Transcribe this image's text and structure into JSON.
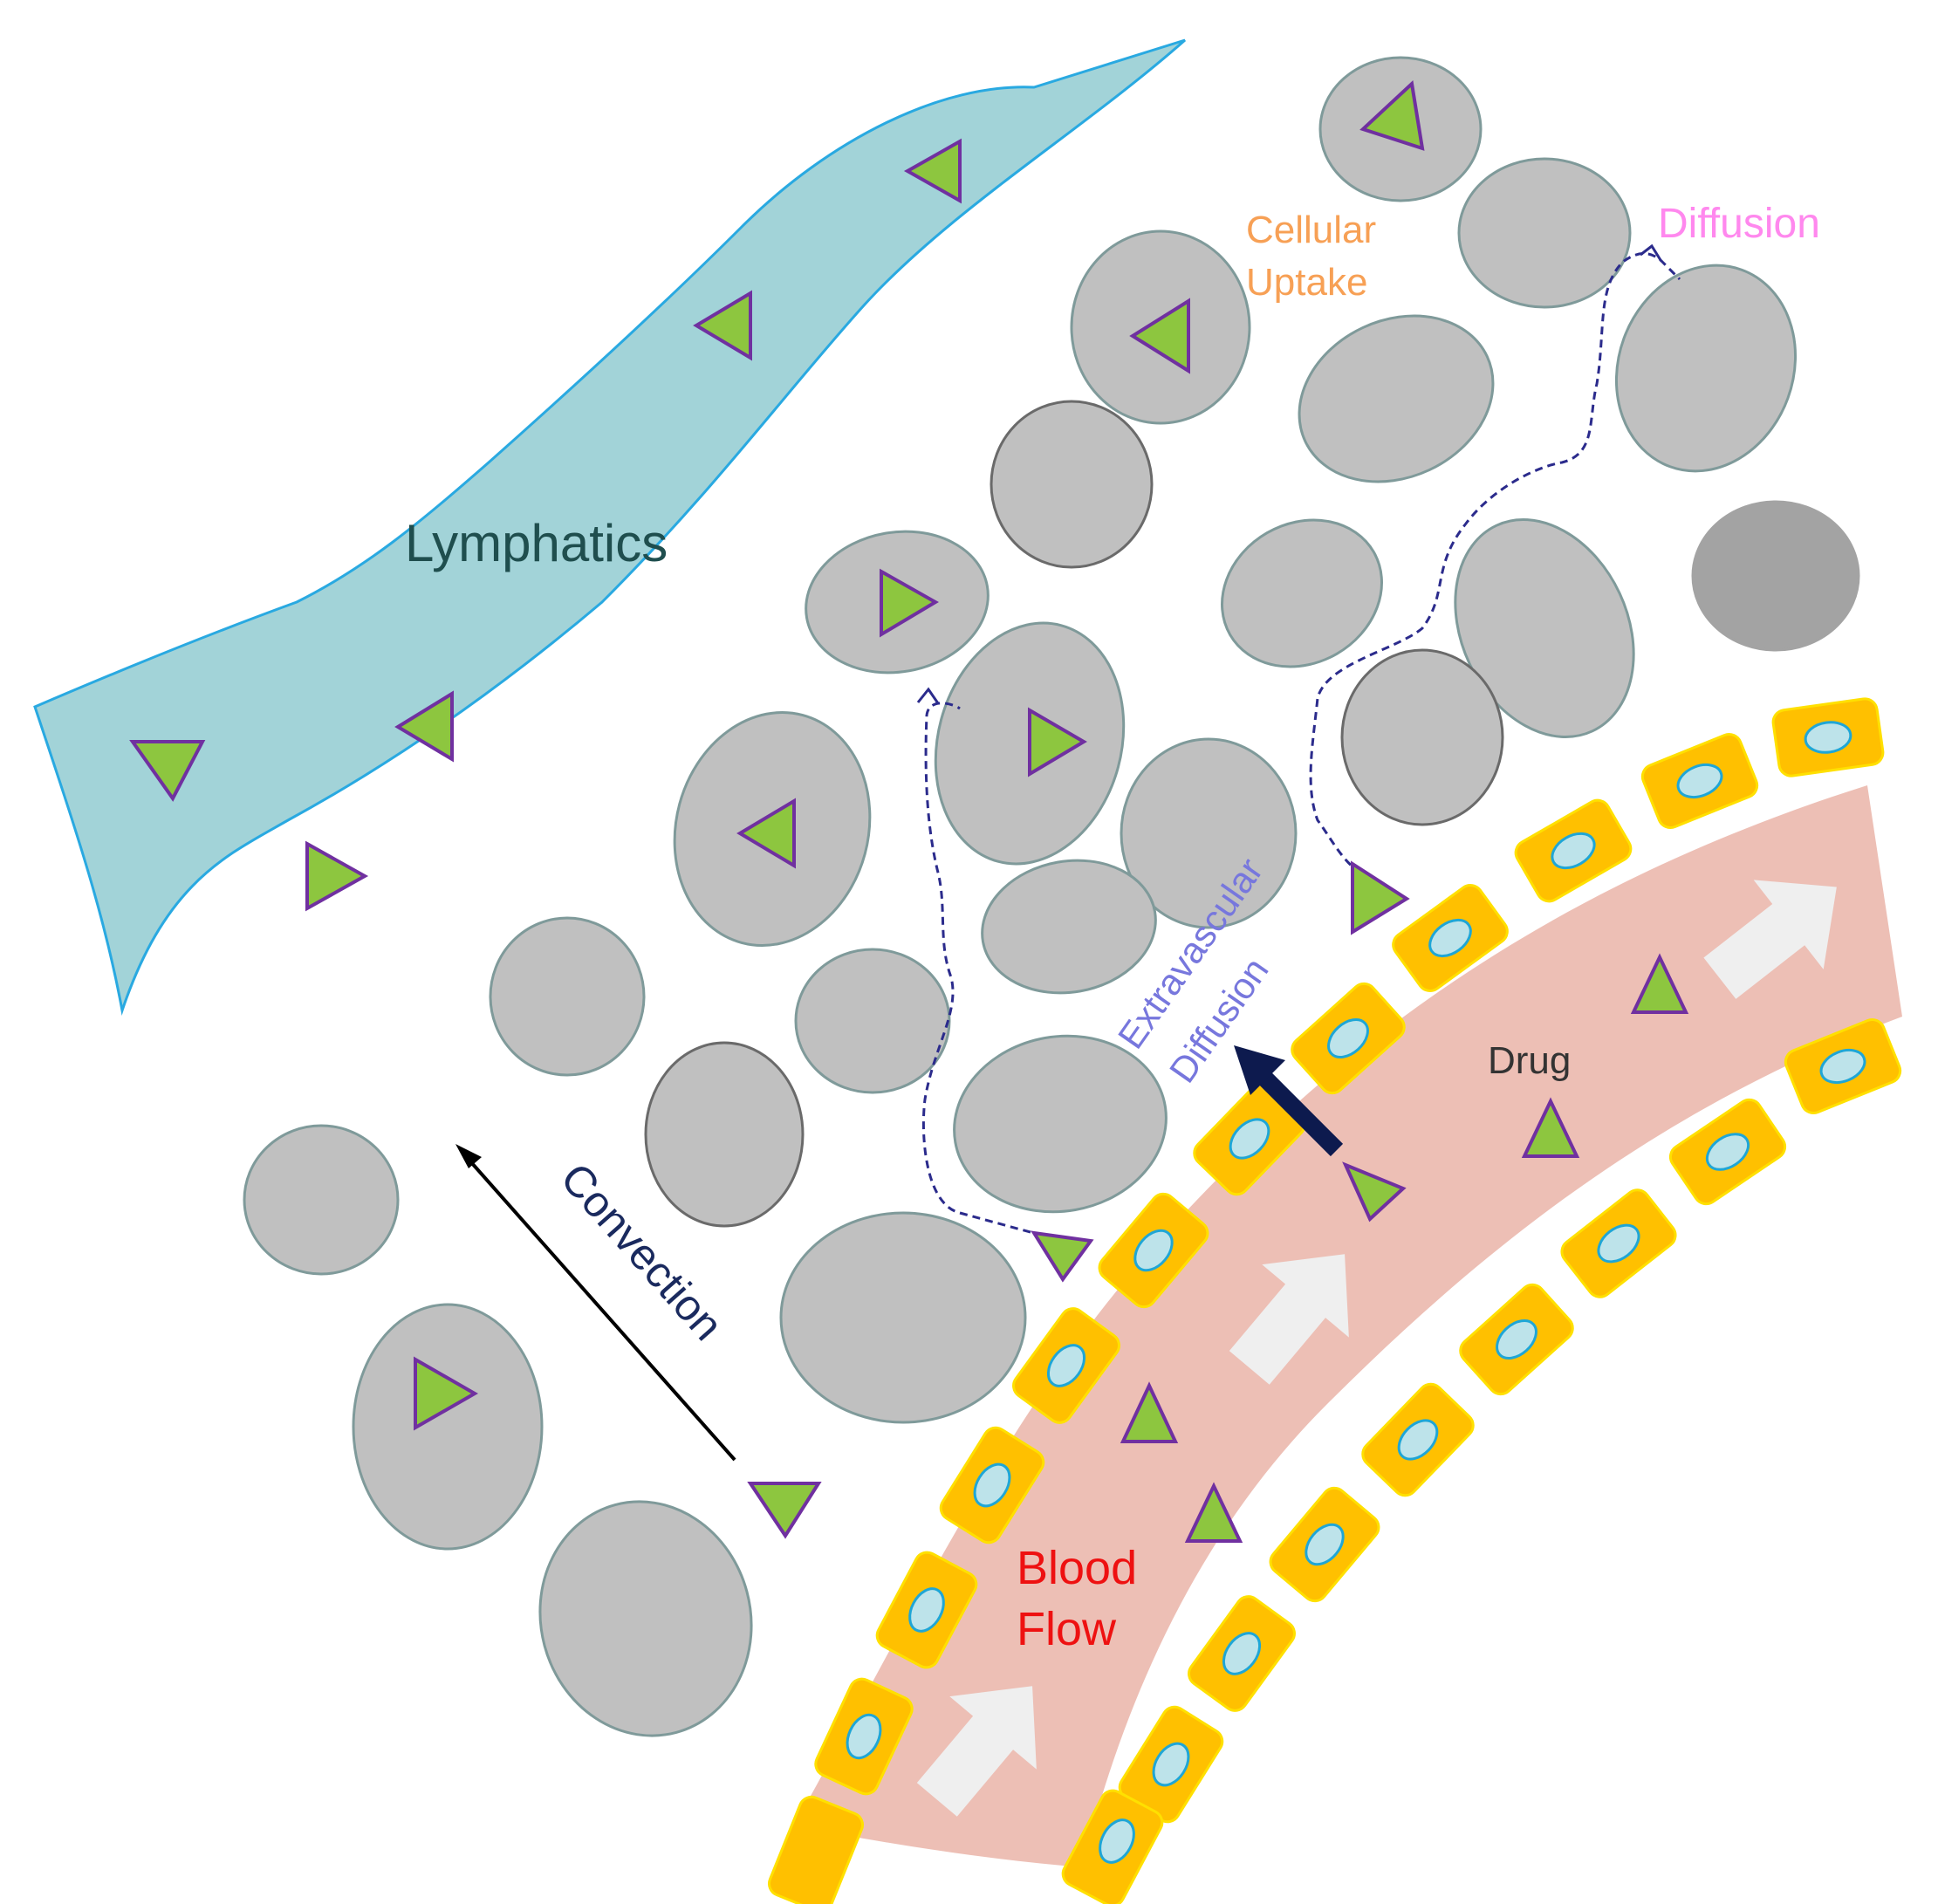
{
  "labels": {
    "lymphatics": "Lymphatics",
    "cellular_uptake_line1": "Cellular",
    "cellular_uptake_line2": "Uptake",
    "diffusion": "Diffusion",
    "extravascular_line1": "Extravascular",
    "extravascular_line2": "Diffusion",
    "convection": "Convection",
    "drug": "Drug",
    "blood_line1": "Blood",
    "blood_line2": "Flow"
  },
  "colors": {
    "lymphatics_fill": "#a2d3d8",
    "lymphatics_stroke": "#29a9e1",
    "blood_vessel": "#edbfb5",
    "endothelial_cell": "#ffc000",
    "tissue_cell": "#c0c0c0",
    "drug_fill": "#8dc63f",
    "drug_stroke": "#7030a0",
    "cellular_uptake_text": "#f7a055",
    "diffusion_text": "#ff88ee",
    "extravascular_text": "#7777dd",
    "convection_text": "#1a2a5e",
    "blood_flow_text": "#ee1111",
    "lymphatics_text": "#1f4e4e"
  },
  "icons": [
    "drug-triangle-icon",
    "flow-arrow-icon",
    "endothelial-cell-icon",
    "tissue-cell-icon"
  ]
}
